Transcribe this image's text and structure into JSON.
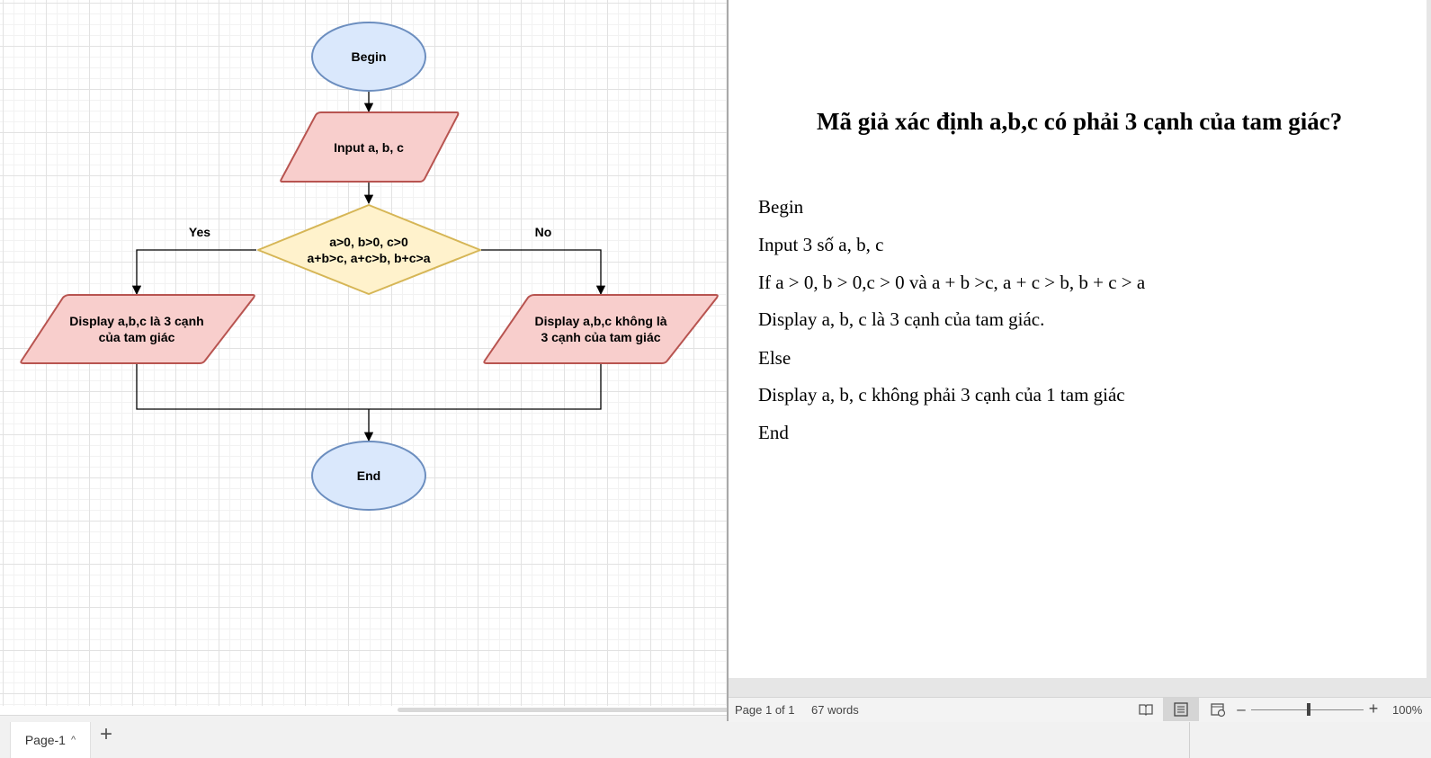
{
  "diagram": {
    "nodes": {
      "begin": "Begin",
      "input": "Input a, b, c",
      "decision_line1": "a>0, b>0, c>0",
      "decision_line2": "a+b>c, a+c>b, b+c>a",
      "display_yes_line1": "Display a,b,c là 3 cạnh",
      "display_yes_line2": "của tam giác",
      "display_no_line1": "Display a,b,c không là",
      "display_no_line2": "3 cạnh của tam giác",
      "end": "End"
    },
    "labels": {
      "yes": "Yes",
      "no": "No"
    },
    "colors": {
      "terminal_fill": "#dae8fc",
      "terminal_stroke": "#6c8ebf",
      "io_fill": "#f8cecc",
      "io_stroke": "#b85450",
      "decision_fill": "#fff2cc",
      "decision_stroke": "#d6b656"
    }
  },
  "pages_bar": {
    "tab_label": "Page-1",
    "tab_chevron": "^",
    "add_label": "+"
  },
  "document": {
    "title": "Mã giả xác định a,b,c có phải 3 cạnh của tam giác?",
    "lines": [
      "Begin",
      "Input 3 số a, b, c",
      "If a > 0, b > 0,c > 0 và a + b >c, a + c > b, b + c > a",
      "Display a, b, c là 3 cạnh của tam giác.",
      "Else",
      "Display a, b, c không phải 3 cạnh của 1 tam giác",
      "End"
    ]
  },
  "status_bar": {
    "page_info": "Page 1 of 1",
    "word_count": "67 words",
    "zoom_minus": "–",
    "zoom_plus": "+",
    "zoom_level": "100%",
    "zoom_fraction": 0.5
  }
}
